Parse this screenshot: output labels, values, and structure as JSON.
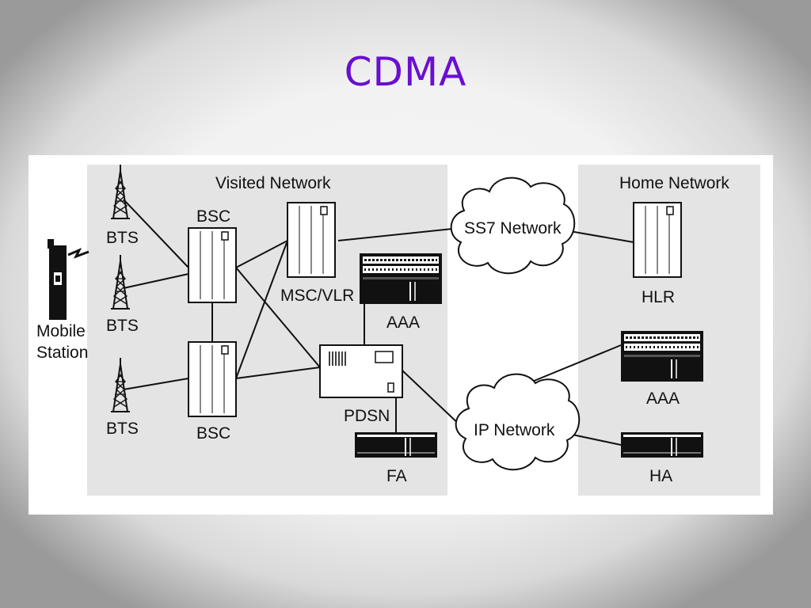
{
  "title": "CDMA",
  "colors": {
    "title": "#6a0fd1",
    "network_region": "#e4e4e4",
    "diagram_background": "#ffffff",
    "line": "#111111"
  },
  "visited_network": {
    "label": "Visited Network",
    "bts_labels": [
      "BTS",
      "BTS",
      "BTS"
    ],
    "bsc_labels": [
      "BSC",
      "BSC"
    ],
    "msc_vlr_label": "MSC/VLR",
    "aaa_label": "AAA",
    "pdsn_label": "PDSN",
    "fa_label": "FA"
  },
  "mobile_station": {
    "line1": "Mobile",
    "line2": "Station"
  },
  "clouds": {
    "ss7": "SS7 Network",
    "ip": "IP Network"
  },
  "home_network": {
    "label": "Home Network",
    "hlr_label": "HLR",
    "aaa_label": "AAA",
    "ha_label": "HA"
  }
}
